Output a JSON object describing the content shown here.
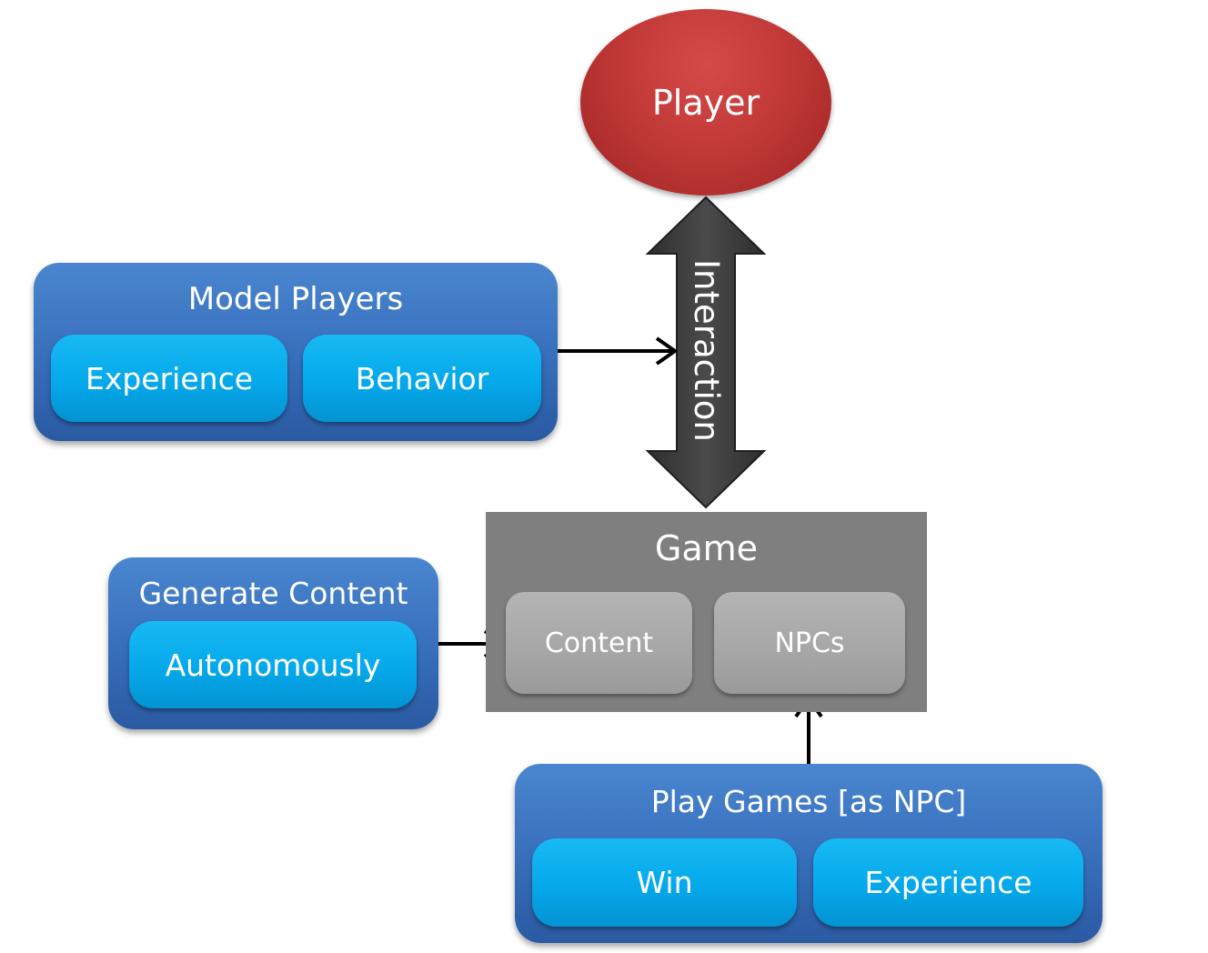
{
  "player": {
    "label": "Player"
  },
  "interaction": {
    "label": "Interaction"
  },
  "model_players": {
    "title": "Model Players",
    "items": [
      "Experience",
      "Behavior"
    ]
  },
  "game": {
    "title": "Game",
    "items": [
      "Content",
      "NPCs"
    ]
  },
  "generate_content": {
    "title": "Generate Content",
    "items": [
      "Autonomously"
    ]
  },
  "play_games": {
    "title": "Play Games [as NPC]",
    "items": [
      "Win",
      "Experience"
    ]
  },
  "colors": {
    "player_red": "#c23a38",
    "group_blue": "#3a72bf",
    "pill_cyan": "#05a8ea",
    "game_gray": "#7f7f7f",
    "game_item_gray": "#a6a6a6",
    "arrow_dark": "#3b3b3b"
  }
}
